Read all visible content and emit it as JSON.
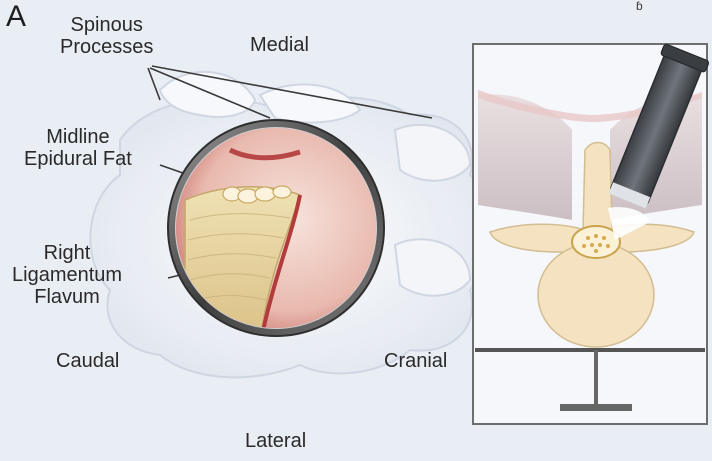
{
  "figure": {
    "panel_letter": "A",
    "labels": {
      "spinous_processes": [
        "Spinous",
        "Processes"
      ],
      "medial": "Medial",
      "midline_epidural_fat": [
        "Midline",
        "Epidural Fat"
      ],
      "right_ligamentum_flavum": [
        "Right",
        "Ligamentum",
        "Flavum"
      ],
      "caudal": "Caudal",
      "cranial": "Cranial",
      "lateral": "Lateral"
    }
  },
  "colors": {
    "background": "#e9edf4",
    "bone": "#f3e3c4",
    "bone_outline": "#d7c29a",
    "tissue_red": "#c44a4a",
    "scope_ring": "#4a4a4a",
    "scope_metal": "#5b6066",
    "panel_border": "#6e6e6e"
  }
}
